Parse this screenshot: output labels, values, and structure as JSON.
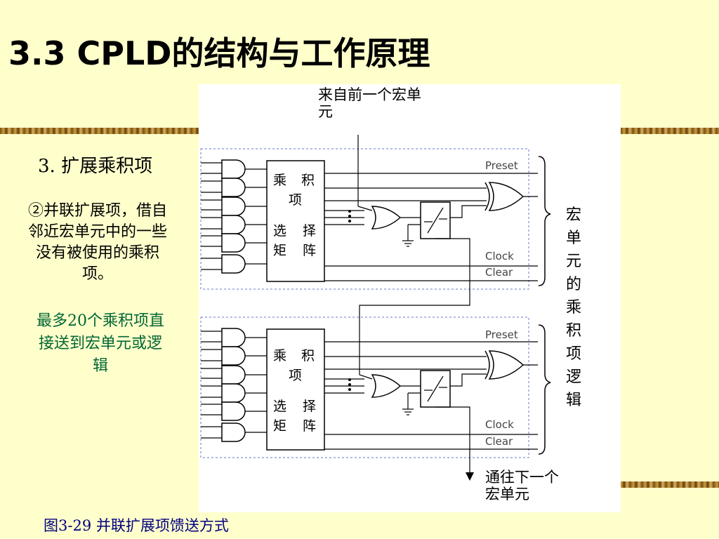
{
  "slide": {
    "title": "3.3  CPLD的结构与工作原理",
    "heading": "3.  扩展乘积项",
    "note_black": "②并联扩展项，借自邻近宏单元中的一些没有被使用的乘积项。",
    "note_green": "最多20个乘积项直接送到宏单元或逻辑",
    "caption": "图3-29  并联扩展项馈送方式"
  },
  "diagram": {
    "from_prev": "来自前一个宏单元",
    "to_next": "通往下一个宏单元",
    "side_label": "宏单元的乘积项逻辑",
    "block_chars": [
      "乘",
      "积",
      "项",
      "选",
      "择",
      "矩",
      "阵"
    ],
    "signals": {
      "preset": "Preset",
      "clock": "Clock",
      "clear": "Clear"
    }
  },
  "colors": {
    "background": "#ffffcc",
    "green_text": "#006633",
    "caption": "#000080",
    "dashed_box": "#6677cc"
  }
}
